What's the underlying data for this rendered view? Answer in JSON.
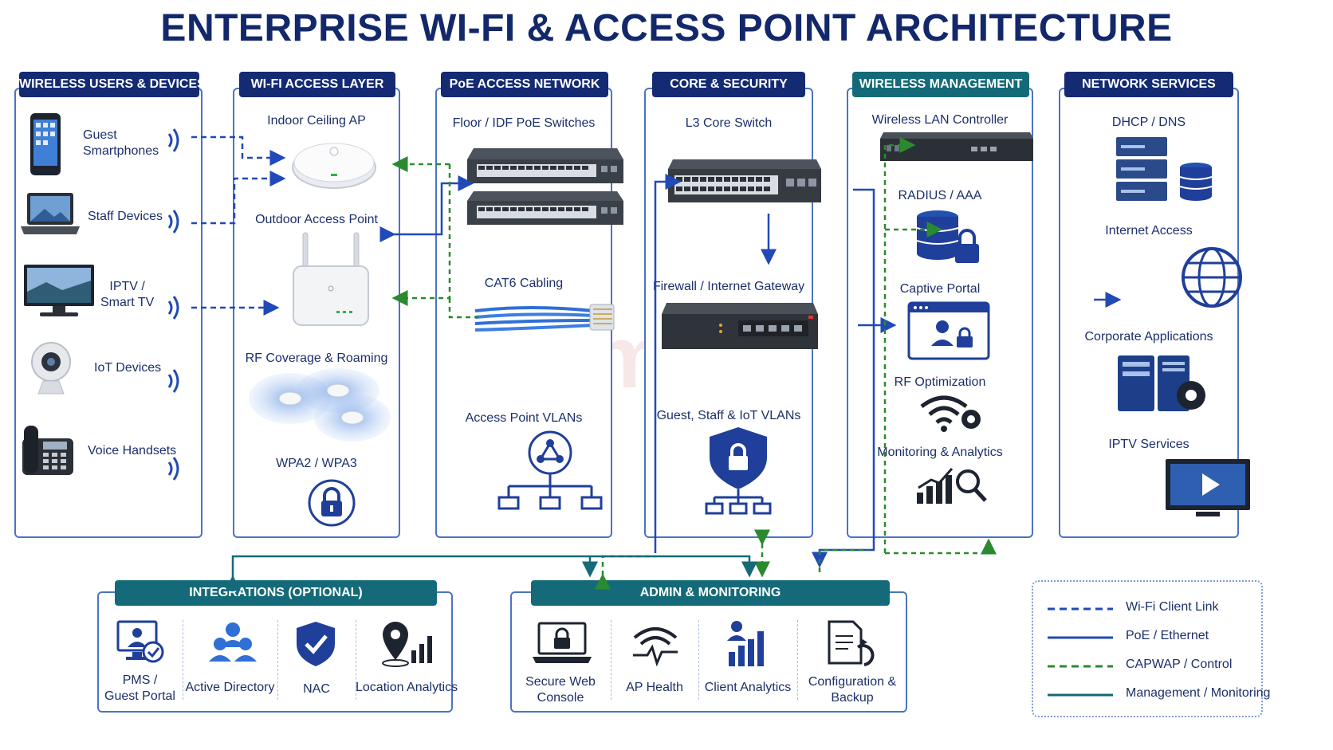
{
  "title": "ENTERPRISE WI-FI & ACCESS POINT ARCHITECTURE",
  "watermark": "Aim",
  "colors": {
    "navy": "#142a72",
    "teal": "#146a78",
    "border": "#4a74c4",
    "wifi_client_link": "#2149b8",
    "poe_ethernet": "#2149b8",
    "capwap_control": "#2b8a2f",
    "management": "#146a78"
  },
  "columns": {
    "users": {
      "header": "WIRELESS USERS & DEVICES",
      "items": [
        {
          "label": "Guest\nSmartphones",
          "icon": "smartphone-icon"
        },
        {
          "label": "Staff Devices",
          "icon": "laptop-icon"
        },
        {
          "label": "IPTV /\nSmart TV",
          "icon": "tv-icon"
        },
        {
          "label": "IoT Devices",
          "icon": "camera-icon"
        },
        {
          "label": "Voice Handsets",
          "icon": "phone-icon"
        }
      ]
    },
    "access": {
      "header": "WI-FI ACCESS LAYER",
      "items": [
        "Indoor Ceiling AP",
        "Outdoor Access Point",
        "RF Coverage & Roaming",
        "WPA2 / WPA3"
      ]
    },
    "poe": {
      "header": "PoE ACCESS NETWORK",
      "items": [
        "Floor / IDF PoE Switches",
        "CAT6 Cabling",
        "Access Point VLANs"
      ]
    },
    "core": {
      "header": "CORE & SECURITY",
      "items": [
        "L3 Core Switch",
        "Firewall / Internet Gateway",
        "Guest, Staff & IoT VLANs"
      ]
    },
    "mgmt": {
      "header": "WIRELESS MANAGEMENT",
      "items": [
        "Wireless LAN Controller",
        "RADIUS / AAA",
        "Captive Portal",
        "RF Optimization",
        "Monitoring & Analytics"
      ]
    },
    "services": {
      "header": "NETWORK SERVICES",
      "items": [
        "DHCP / DNS",
        "Internet Access",
        "Corporate Applications",
        "IPTV Services"
      ]
    }
  },
  "integrations": {
    "header": "INTEGRATIONS (OPTIONAL)",
    "items": [
      {
        "label": "PMS /\nGuest Portal",
        "icon": "monitor-check-icon"
      },
      {
        "label": "Active Directory",
        "icon": "users-icon"
      },
      {
        "label": "NAC",
        "icon": "shield-check-icon"
      },
      {
        "label": "Location Analytics",
        "icon": "location-chart-icon"
      }
    ]
  },
  "admin": {
    "header": "ADMIN & MONITORING",
    "items": [
      {
        "label": "Secure Web\nConsole",
        "icon": "laptop-lock-icon"
      },
      {
        "label": "AP Health",
        "icon": "wifi-pulse-icon"
      },
      {
        "label": "Client Analytics",
        "icon": "user-chart-icon"
      },
      {
        "label": "Configuration &\nBackup",
        "icon": "document-refresh-icon"
      }
    ]
  },
  "legend": [
    {
      "label": "Wi-Fi Client Link",
      "style": "dashed",
      "color": "#2149b8"
    },
    {
      "label": "PoE / Ethernet",
      "style": "solid",
      "color": "#2149b8"
    },
    {
      "label": "CAPWAP / Control",
      "style": "dashed",
      "color": "#2b8a2f"
    },
    {
      "label": "Management / Monitoring",
      "style": "solid",
      "color": "#146a78"
    }
  ]
}
